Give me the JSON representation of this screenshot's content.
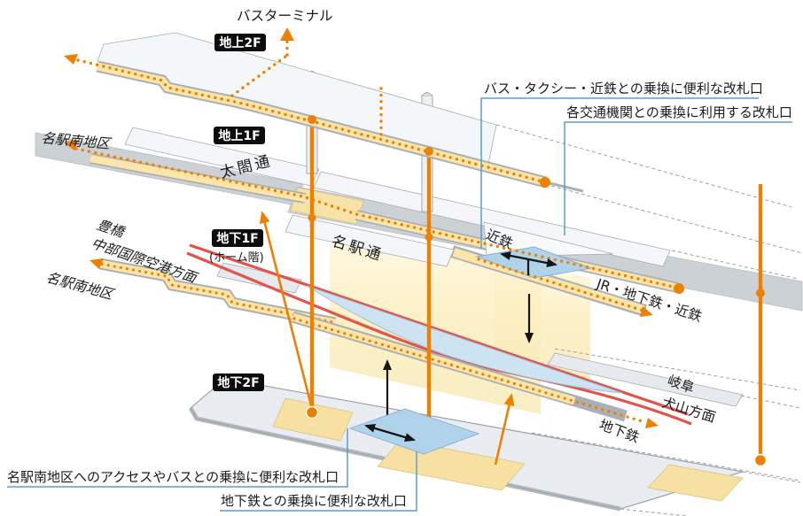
{
  "diagram": {
    "floors": [
      {
        "id": "2f",
        "label": "地上2F"
      },
      {
        "id": "1f",
        "label": "地上1F"
      },
      {
        "id": "b1f",
        "label": "地下1F",
        "sublabel": "(ホーム階)"
      },
      {
        "id": "b2f",
        "label": "地下2F"
      }
    ],
    "labels": {
      "bus_terminal": "バスターミナル",
      "meieki_south_upper": "名駅南地区",
      "meieki_south_lower": "名駅南地区",
      "toyohashi": "豊橋",
      "centrair": "中部国際空港方面",
      "taiko_street": "太閤通",
      "meieki_street": "名駅通",
      "kintetsu": "近鉄",
      "jr_subway_kintetsu": "JR・地下鉄・近鉄",
      "gifu": "岐阜",
      "inuyama": "犬山方面",
      "subway": "地下鉄"
    },
    "callouts": [
      {
        "id": "bus-taxi-kintetsu",
        "text": "バス・タクシー・近鉄との乗換に便利な改札口"
      },
      {
        "id": "all-transport",
        "text": "各交通機関との乗換に利用する改札口"
      },
      {
        "id": "meieki-south-access",
        "text": "名駅南地区へのアクセスやバスとの乗換に便利な改札口"
      },
      {
        "id": "subway-transfer",
        "text": "地下鉄との乗換に便利な改札口"
      }
    ],
    "colors": {
      "route_orange": "#ee8000",
      "rail_red": "#e2544a",
      "leader_blue": "#5b9bd5",
      "gate_blue": "#aed3ea",
      "platform_blue": "#cde3f2",
      "walkway_yellow": "#fbe5a8",
      "curtain_yellow": "#fdf3cd",
      "road_gray": "#ccd1d6",
      "deck_gray": "#f4f6f9",
      "floor_label_bg": "#0d0d0d"
    }
  }
}
